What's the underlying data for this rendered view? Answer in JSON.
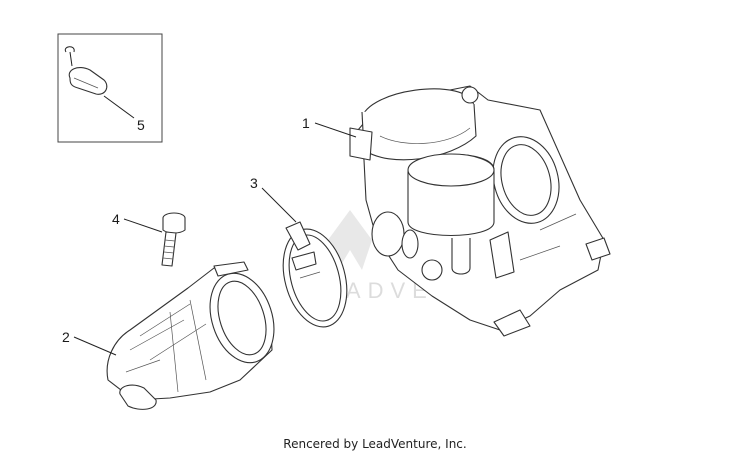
{
  "diagram": {
    "callouts": [
      {
        "id": "1",
        "label": "1"
      },
      {
        "id": "2",
        "label": "2"
      },
      {
        "id": "3",
        "label": "3"
      },
      {
        "id": "4",
        "label": "4"
      },
      {
        "id": "5",
        "label": "5"
      }
    ],
    "watermark": "LEADVENTURE"
  },
  "footer": {
    "credit": "Rencered by LeadVenture, Inc."
  }
}
